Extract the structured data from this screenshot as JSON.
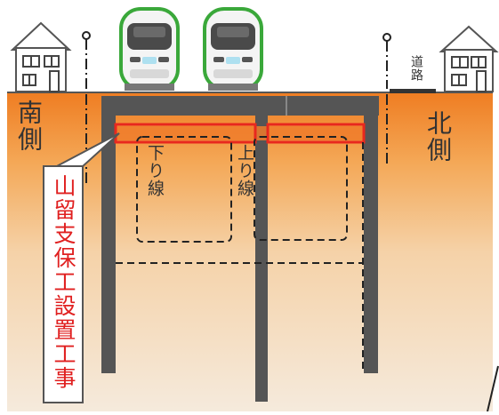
{
  "labels": {
    "south": "南側",
    "north": "北側",
    "road": "道路",
    "down_line": "下り線",
    "up_line": "上り線",
    "work_name": "山留支保工設置工事"
  },
  "colors": {
    "ground_top": "#f08a2c",
    "ground_bottom": "#f6ead8",
    "highlight": "#e8281e",
    "structure": "#555555",
    "train_outline": "#3aa83a"
  },
  "icons": [
    "house-icon",
    "train-icon",
    "signal-icon"
  ]
}
